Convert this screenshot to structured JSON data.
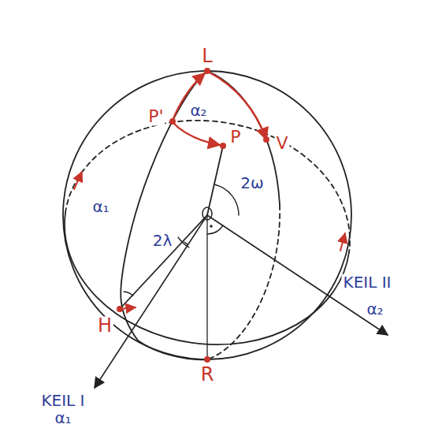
{
  "diagram": {
    "labels": [
      "L",
      "P'",
      "α₂",
      "V",
      "P",
      "α₁",
      "2ω",
      "2λ",
      "H",
      "R",
      "KEIL I",
      "α₁",
      "KEIL II",
      "α₂"
    ]
  }
}
